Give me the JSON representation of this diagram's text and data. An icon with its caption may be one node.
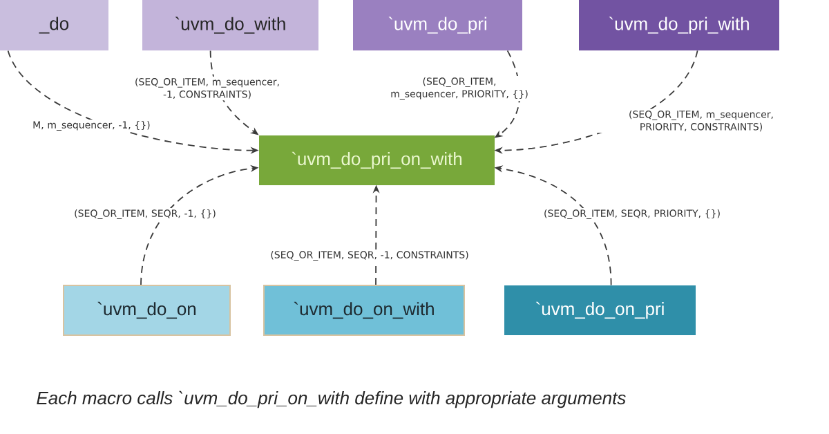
{
  "diagram": {
    "caption": "Each macro calls `uvm_do_pri_on_with define with appropriate arguments",
    "nodes": [
      {
        "text": [
          "_do"
        ]
      },
      {
        "text": [
          "`uvm_do_with"
        ]
      },
      {
        "text": [
          "`uvm_do_pri"
        ]
      },
      {
        "text": [
          "`uvm_do_pri_with"
        ]
      },
      {
        "text": [
          "`uvm_do_pri_on_with"
        ]
      },
      {
        "text": [
          "`uvm_do_on"
        ]
      },
      {
        "text": [
          "`uvm_do_on_with"
        ]
      },
      {
        "text": [
          "`uvm_do_on_pri"
        ]
      }
    ],
    "edges": [
      {
        "from": 0,
        "to": 4,
        "arrow": "to",
        "label": "M, m_sequencer, -1, {})"
      },
      {
        "from": 1,
        "to": 4,
        "arrow": "to",
        "label": "(SEQ_OR_ITEM, m_sequencer, -1, CONSTRAINTS)"
      },
      {
        "from": 2,
        "to": 4,
        "arrow": "to",
        "label": "(SEQ_OR_ITEM, m_sequencer, PRIORITY, {})"
      },
      {
        "from": 3,
        "to": 4,
        "arrow": "to",
        "label": "(SEQ_OR_ITEM, m_sequencer, PRIORITY, CONSTRAINTS)"
      },
      {
        "from": 5,
        "to": 4,
        "arrow": "to",
        "label": "(SEQ_OR_ITEM, SEQR, -1, {})"
      },
      {
        "from": 6,
        "to": 4,
        "arrow": "to",
        "label": "(SEQ_OR_ITEM, SEQR, -1, CONSTRAINTS)"
      },
      {
        "from": 7,
        "to": 4,
        "arrow": "to",
        "label": "(SEQ_OR_ITEM, SEQR, PRIORITY, {})"
      }
    ]
  }
}
